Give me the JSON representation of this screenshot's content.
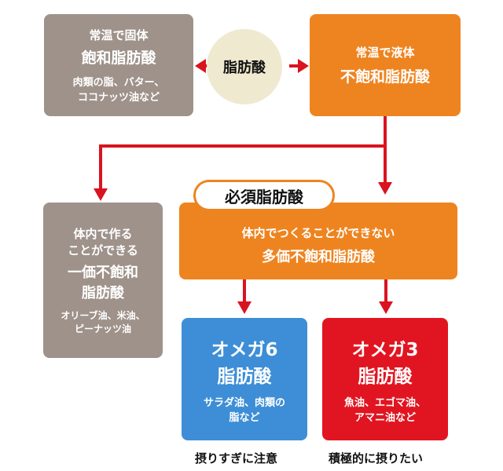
{
  "center": {
    "label": "脂肪酸"
  },
  "saturated": {
    "note": "常温で固体",
    "name": "飽和脂肪酸",
    "examples": [
      "肉類の脂、バター、",
      "ココナッツ油など"
    ]
  },
  "unsaturated": {
    "note": "常温で液体",
    "name": "不飽和脂肪酸"
  },
  "mono": {
    "note": [
      "体内で作る",
      "ことができる"
    ],
    "name": [
      "一価不飽和",
      "脂肪酸"
    ],
    "examples": [
      "オリーブ油、米油、",
      "ピーナッツ油"
    ]
  },
  "essential": {
    "tag": "必須脂肪酸",
    "note": "体内でつくることができない",
    "name": "多価不飽和脂肪酸"
  },
  "omega6": {
    "name": [
      "オメガ6",
      "脂肪酸"
    ],
    "examples": [
      "サラダ油、肉類の",
      "脂など"
    ],
    "caption": "摂りすぎに注意"
  },
  "omega3": {
    "name": [
      "オメガ3",
      "脂肪酸"
    ],
    "examples": [
      "魚油、エゴマ油、",
      "アマニ油など"
    ],
    "caption": "積極的に摂りたい"
  },
  "colors": {
    "gray": "#9e928a",
    "orange": "#ee8420",
    "blue": "#3d8ed6",
    "red": "#e11521",
    "arrow": "#d9141f",
    "circle": "#efe9cf"
  }
}
